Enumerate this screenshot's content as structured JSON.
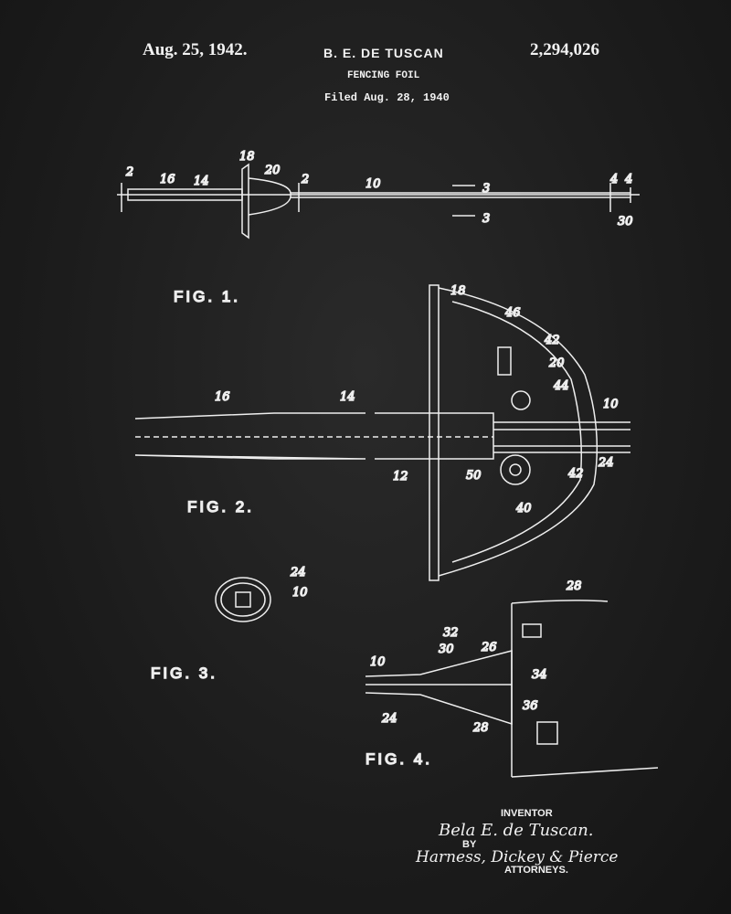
{
  "header": {
    "date": "Aug. 25, 1942.",
    "inventor": "B. E. DE TUSCAN",
    "patent_number": "2,294,026",
    "title": "FENCING FOIL",
    "filed": "Filed Aug. 28, 1940"
  },
  "figures": {
    "fig1": {
      "label": "FIG. 1.",
      "refs": [
        "2",
        "16",
        "14",
        "18",
        "20",
        "2",
        "10",
        "3",
        "3",
        "4",
        "4",
        "30"
      ]
    },
    "fig2": {
      "label": "FIG. 2.",
      "refs": [
        "16",
        "14",
        "18",
        "46",
        "42",
        "20",
        "44",
        "10",
        "12",
        "50",
        "40",
        "42",
        "24"
      ]
    },
    "fig3": {
      "label": "FIG. 3.",
      "refs": [
        "24",
        "10"
      ]
    },
    "fig4": {
      "label": "FIG. 4.",
      "refs": [
        "28",
        "32",
        "26",
        "30",
        "34",
        "10",
        "36",
        "24",
        "28"
      ]
    }
  },
  "signature": {
    "inventor_label": "INVENTOR",
    "inventor_name": "Bela E. de Tuscan.",
    "by_label": "BY",
    "attorneys_name": "Harness, Dickey & Pierce",
    "attorneys_label": "ATTORNEYS."
  },
  "colors": {
    "background": "#1d1d1d",
    "ink": "#f2f2f2"
  }
}
